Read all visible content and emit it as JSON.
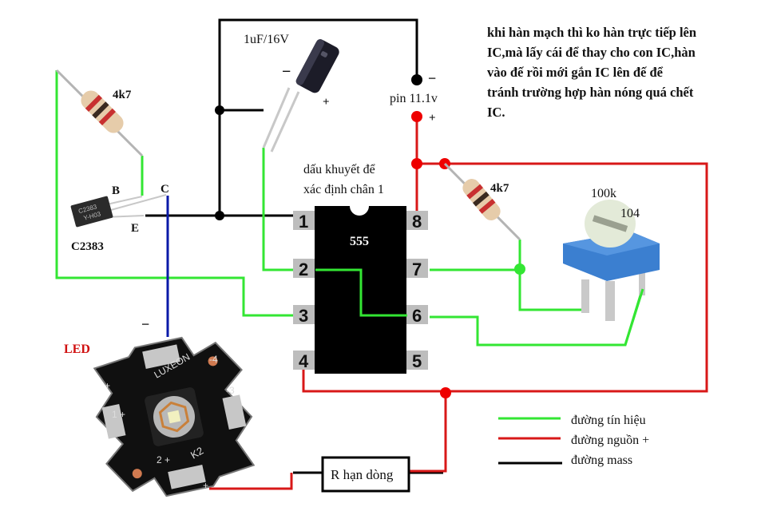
{
  "note": {
    "lines": [
      "khi hàn mạch thì ko hàn trực tiếp lên",
      "IC,mà lấy cái để thay cho con IC,hàn",
      "vào đế rồi mới gắn IC lên đế để",
      "tránh trường hợp hàn nóng quá chết",
      "IC."
    ]
  },
  "components": {
    "capacitor": {
      "value": "1uF/16V",
      "minus": "−",
      "plus": "+"
    },
    "battery": {
      "minus": "−",
      "label": "pin 11.1v",
      "plus": "+"
    },
    "resistor_base": {
      "value": "4k7"
    },
    "transistor": {
      "part": "C2383",
      "pin_b": "B",
      "pin_c": "C",
      "pin_e": "E",
      "marking_1": "C2383",
      "marking_2": "Y-H03"
    },
    "ic": {
      "name": "555",
      "notch_note_line1": "dấu khuyết để",
      "notch_note_line2": "xác định chân 1",
      "pins": [
        "1",
        "2",
        "3",
        "4",
        "5",
        "6",
        "7",
        "8"
      ]
    },
    "resistor_discharge": {
      "value": "4k7"
    },
    "potentiometer": {
      "value": "100k",
      "code": "104"
    },
    "led": {
      "label": "LED",
      "minus": "−",
      "brand": "LUXEON",
      "model": "K2",
      "pad_labels": [
        "1 +",
        "2 +",
        "-3",
        "-4",
        "+",
        "+"
      ]
    },
    "current_resistor": {
      "label": "R hạn dòng"
    }
  },
  "legend": {
    "items": [
      {
        "label": "đường tín hiệu",
        "color": "#33e633"
      },
      {
        "label": "đường nguồn +",
        "color": "#e01b1b"
      },
      {
        "label": "đường mass",
        "color": "#000000"
      }
    ]
  },
  "colors": {
    "signal": "#33e633",
    "power": "#e01b1b",
    "ground": "#000000",
    "led_negative": "#0a1aa8",
    "led_label": "#d01010"
  }
}
